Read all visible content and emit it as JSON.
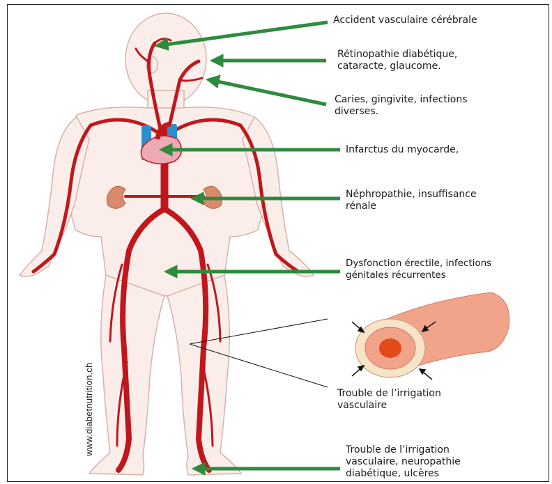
{
  "labels": {
    "stroke": "Accident vasculaire cérébrale",
    "retina_line1": "Rétinopathie diabétique,",
    "retina_line2": "cataracte, glaucome.",
    "dental_line1": "Caries, gingivite, infections",
    "dental_line2": "diverses.",
    "heart": "Infarctus du myocarde,",
    "kidney_line1": "Néphropathie, insuffisance",
    "kidney_line2": "rénale",
    "genital_line1": "Dysfonction érectile, infections",
    "genital_line2": "génitales récurrentes",
    "vessel_line1": "Trouble de l’irrigation",
    "vessel_line2": "vasculaire",
    "foot_line1": "Trouble de l’irrigation",
    "foot_line2": "vasculaire, neuropathie",
    "foot_line3": "diabétique, ulcères"
  },
  "watermark": "www.diabetnutrition.ch",
  "colors": {
    "arrow": "#2e8b3e",
    "artery": "#c0171d",
    "skin": "#fbeeea",
    "outline": "#d6b2a8",
    "vein_blue": "#2a8fd0",
    "heart_pink": "#eeaab4",
    "kidney": "#d98a6d",
    "vessel_outer": "#f2a48a",
    "vessel_wall": "#f7e4c8",
    "vessel_lumen": "#e24a1a"
  }
}
